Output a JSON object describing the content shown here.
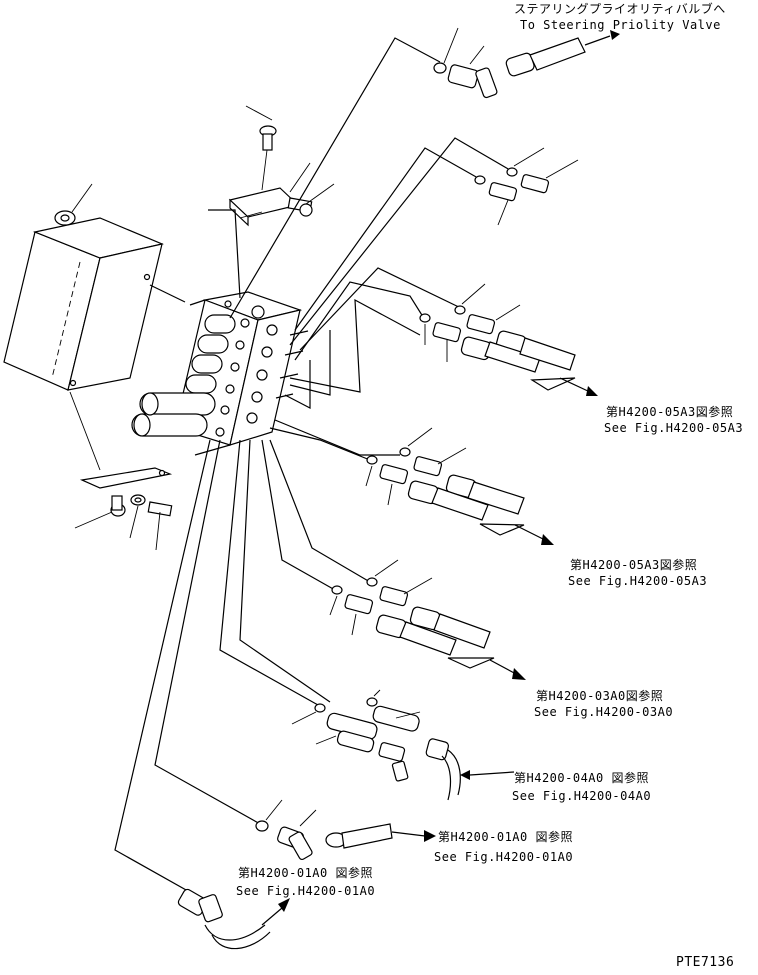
{
  "labels": {
    "steering_jp": "ステアリングプライオリティバルブへ",
    "steering_en": "To Steering Priolity Valve",
    "ref1_jp": "第H4200-05A3図参照",
    "ref1_en": "See Fig.H4200-05A3",
    "ref2_jp": "第H4200-05A3図参照",
    "ref2_en": "See Fig.H4200-05A3",
    "ref3_jp": "第H4200-03A0図参照",
    "ref3_en": "See Fig.H4200-03A0",
    "ref4_jp": "第H4200-04A0 図参照",
    "ref4_en": "See Fig.H4200-04A0",
    "ref5_jp": "第H4200-01A0 図参照",
    "ref5_en": "See Fig.H4200-01A0",
    "ref6_jp": "第H4200-01A0 図参照",
    "ref6_en": "See Fig.H4200-01A0",
    "drawing_id": "PTE7136"
  }
}
